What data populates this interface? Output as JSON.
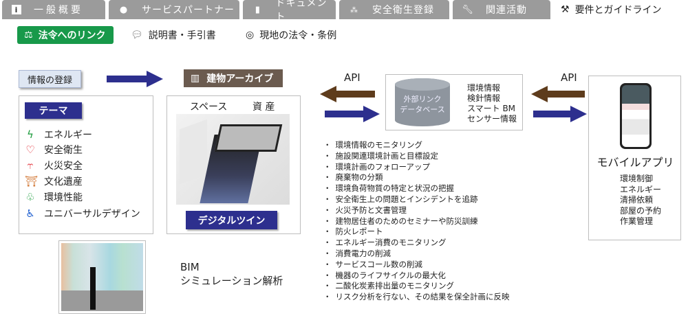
{
  "tabs": [
    {
      "label": "一般概要",
      "icon": "info-icon"
    },
    {
      "label": "サービスパートナー",
      "icon": "worker-icon"
    },
    {
      "label": "ドキュメント",
      "icon": "document-icon"
    },
    {
      "label": "安全衛生登録",
      "icon": "network-icon"
    },
    {
      "label": "関連活動",
      "icon": "wrench-icon"
    },
    {
      "label": "要件とガイドライン",
      "icon": "hammer-icon",
      "active": true
    }
  ],
  "subtabs": [
    {
      "label": "法令へのリンク",
      "icon": "gavel-icon",
      "active": true
    },
    {
      "label": "説明書・手引書",
      "icon": "speech-bubble-icon"
    },
    {
      "label": "現地の法令・条例",
      "icon": "target-icon"
    }
  ],
  "diagram": {
    "register": "情報の登録",
    "archive": "建物アーカイブ",
    "theme_title": "テーマ",
    "themes": [
      {
        "label": "エネルギー",
        "icon": "lightning-icon",
        "color": "#1a9a3a"
      },
      {
        "label": "安全衛生",
        "icon": "heart-icon",
        "color": "#e0202a"
      },
      {
        "label": "火災安全",
        "icon": "fire-extinguisher-icon",
        "color": "#e0202a"
      },
      {
        "label": "文化遺産",
        "icon": "gate-icon",
        "color": "#d0702a"
      },
      {
        "label": "環境性能",
        "icon": "plant-icon",
        "color": "#1a9a3a"
      },
      {
        "label": "ユニバーサルデザイン",
        "icon": "wheelchair-icon",
        "color": "#2060d0"
      }
    ],
    "space": "スペース",
    "asset": "資 産",
    "digital_twin": "デジタルツイン",
    "api_left": "API",
    "api_right": "API",
    "db_label": [
      "外部リンク",
      "データベース"
    ],
    "db_info": [
      "環境情報",
      "検針情報",
      "スマート BM",
      "センサー情報"
    ],
    "features": [
      "環境情報のモニタリング",
      "施設関連環境計画と目標設定",
      "環境計画のフォローアップ",
      "廃棄物の分類",
      "環境負荷物質の特定と状況の把握",
      "安全衛生上の問題とインシデントを追跡",
      "火災予防と文書管理",
      "建物居住者のためのセミナーや防災訓練",
      "防火レポート",
      "エネルギー消費のモニタリング",
      "消費電力の削減",
      "サービスコール数の削減",
      "機器のライフサイクルの最大化",
      "二酸化炭素排出量のモニタリング",
      "リスク分析を行ない、その結果を保全計画に反映"
    ],
    "mobile_title": "モバイルアプリ",
    "mobile_items": [
      "環境制御",
      "エネルギー",
      "清掃依頼",
      "部屋の予約",
      "作業管理"
    ],
    "bim": [
      "BIM",
      "シミュレーション解析"
    ]
  },
  "colors": {
    "navy": "#2d2f8e",
    "brown": "#5e3c1c",
    "green": "#18994a",
    "tab": "#9b9b9b"
  }
}
